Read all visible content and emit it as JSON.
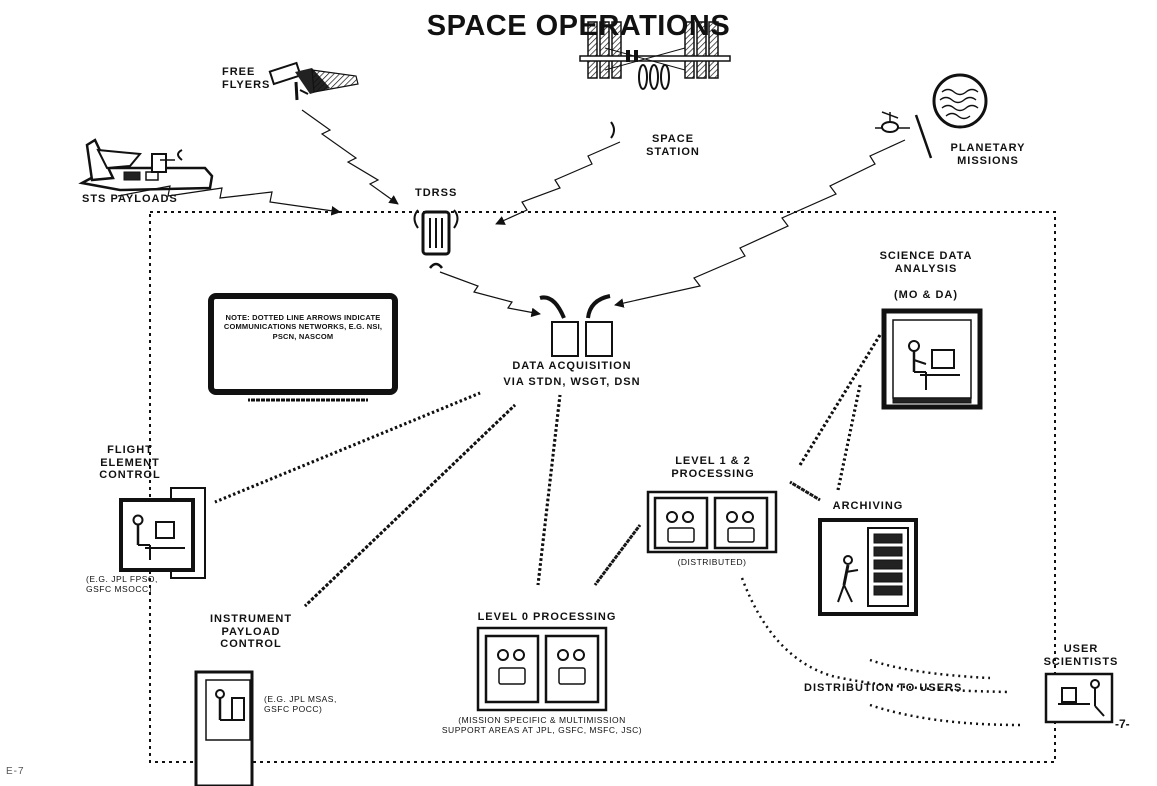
{
  "title": "SPACE OPERATIONS",
  "sources": {
    "free_flyers": "FREE FLYERS",
    "space_station": "SPACE STATION",
    "sts_payloads": "STS PAYLOADS",
    "tdrss": "TDRSS",
    "planetary_missions": "PLANETARY MISSIONS"
  },
  "note": "NOTE: DOTTED LINE ARROWS INDICATE COMMUNICATIONS NETWORKS, E.G. NSI, PSCN, NASCOM",
  "data_acquisition": {
    "label": "DATA ACQUISITION",
    "sublabel": "VIA STDN, WSGT, DSN"
  },
  "science_data_analysis": {
    "label": "SCIENCE DATA ANALYSIS",
    "sublabel": "(MO & DA)"
  },
  "flight_element_control": {
    "label": "FLIGHT ELEMENT CONTROL",
    "example": "(E.G. JPL FPSO, GSFC MSOCC)"
  },
  "level12": {
    "label": "LEVEL 1 & 2 PROCESSING",
    "caption": "(DISTRIBUTED)"
  },
  "archiving": {
    "label": "ARCHIVING"
  },
  "instrument_payload_control": {
    "label": "INSTRUMENT PAYLOAD CONTROL",
    "example": "(E.G. JPL MSAS, GSFC POCC)"
  },
  "level0": {
    "label": "LEVEL 0 PROCESSING",
    "caption": "(MISSION SPECIFIC & MULTIMISSION SUPPORT AREAS AT JPL, GSFC, MSFC, JSC)"
  },
  "user_scientists": {
    "label": "USER SCIENTISTS"
  },
  "distribution": {
    "label": "DISTRIBUTION TO USERS"
  },
  "page_number": "-7-",
  "figure_id": "E-7"
}
